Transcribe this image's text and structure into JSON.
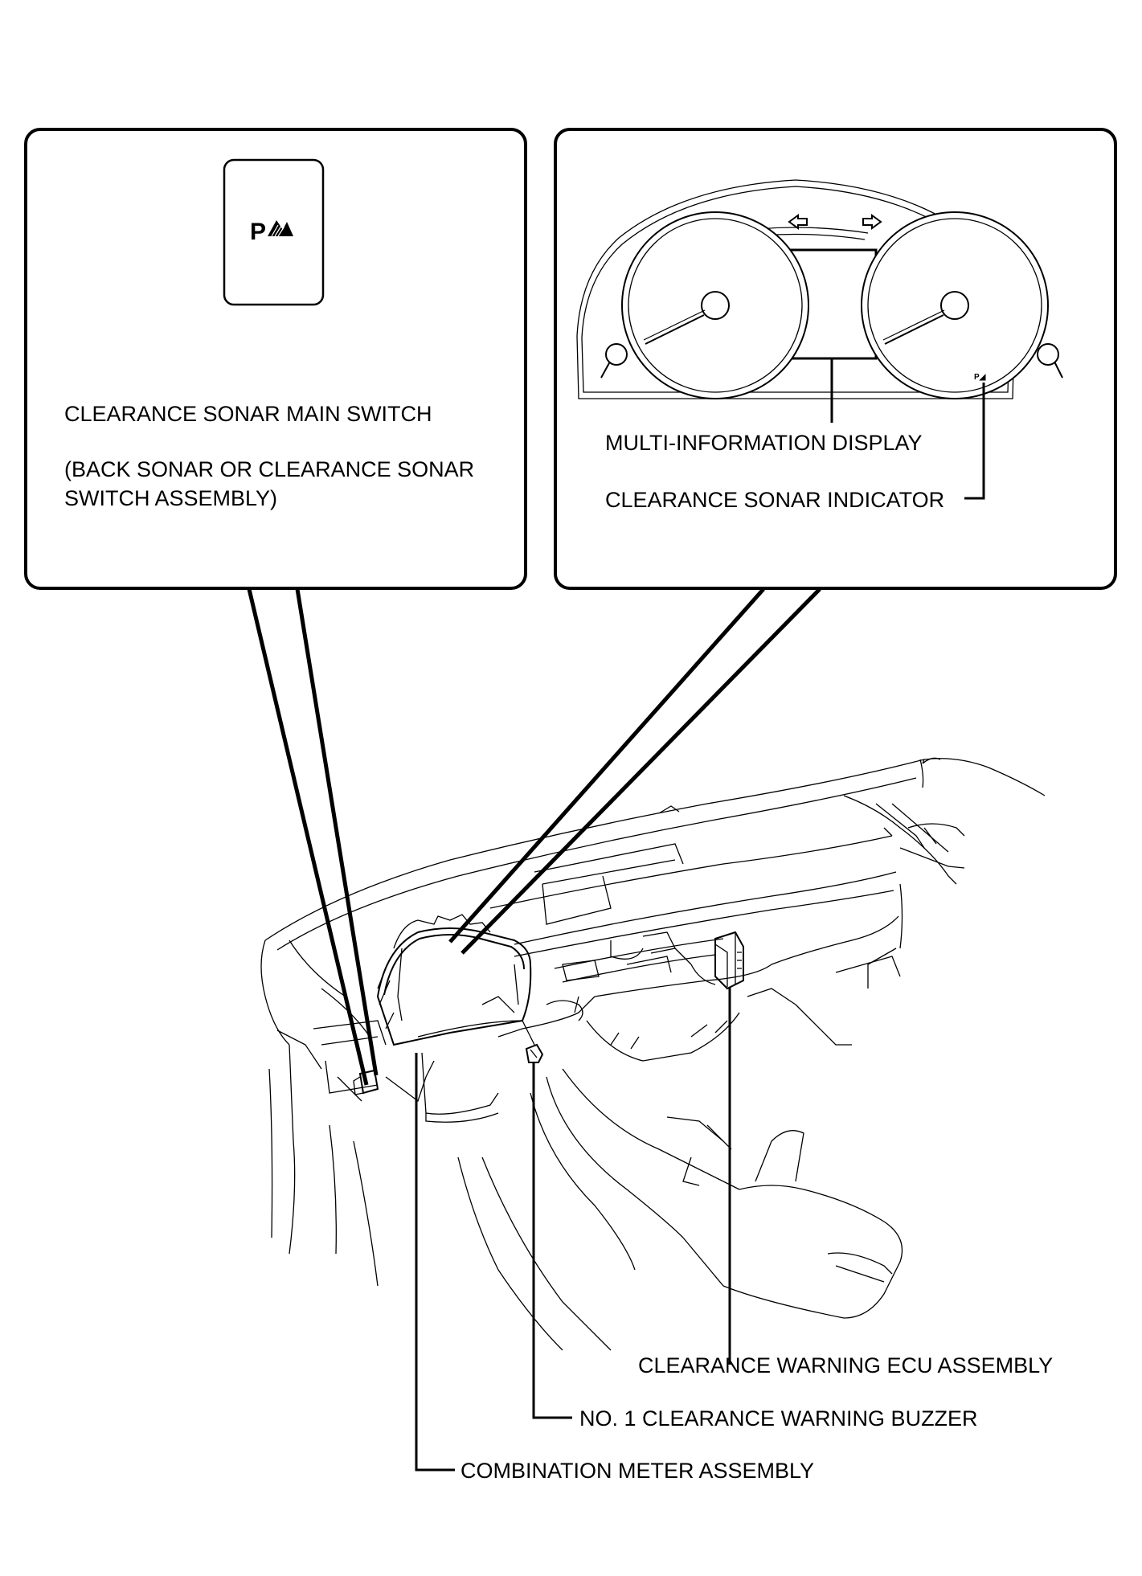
{
  "callouts": {
    "switch": {
      "icon_label": "P",
      "title": "CLEARANCE SONAR MAIN SWITCH",
      "subtitle_line1": "(BACK SONAR OR CLEARANCE SONAR",
      "subtitle_line2": "SWITCH ASSEMBLY)"
    },
    "meter": {
      "multi_info_display": "MULTI-INFORMATION DISPLAY",
      "sonar_indicator": "CLEARANCE SONAR INDICATOR",
      "indicator_glyph": "P◢"
    }
  },
  "labels": {
    "ecu": "CLEARANCE WARNING ECU ASSEMBLY",
    "buzzer": "NO. 1 CLEARANCE WARNING BUZZER",
    "meter_assembly": "COMBINATION METER ASSEMBLY"
  },
  "icons": [
    "parking-sensor-icon",
    "left-turn-arrow-icon",
    "right-turn-arrow-icon",
    "speedometer-icon",
    "tachometer-icon"
  ]
}
